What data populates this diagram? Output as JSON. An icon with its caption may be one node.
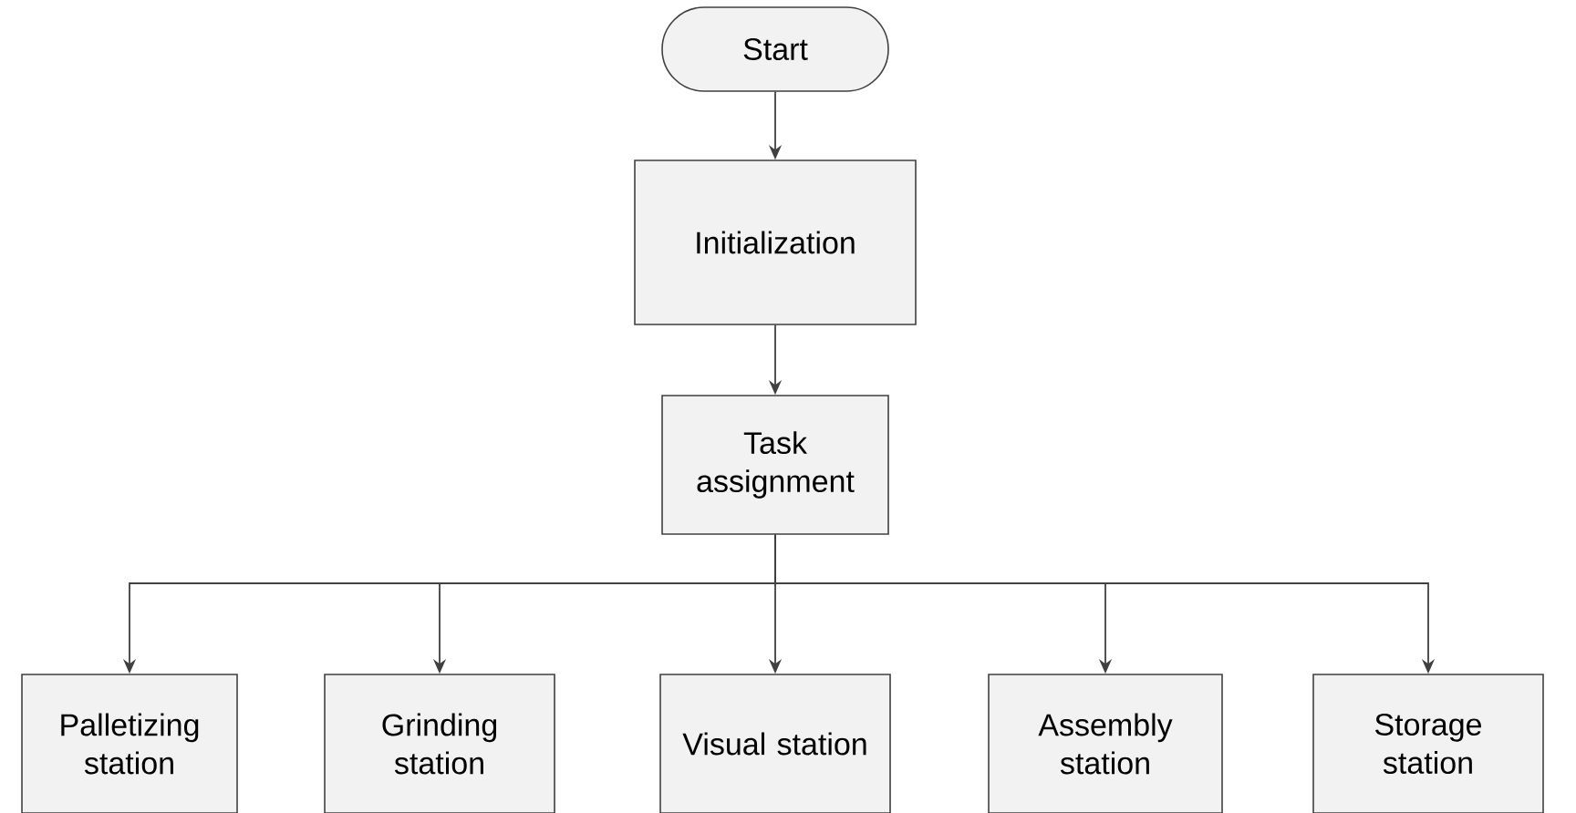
{
  "diagram": {
    "nodes": [
      {
        "text": [
          "Start"
        ]
      },
      {
        "text": [
          "Initialization"
        ]
      },
      {
        "text": [
          "Task assignment"
        ]
      },
      {
        "text": [
          "Palletizing station"
        ]
      },
      {
        "text": [
          "Grinding station"
        ]
      },
      {
        "text": [
          "Visual station"
        ]
      },
      {
        "text": [
          "Assembly station"
        ]
      },
      {
        "text": [
          "Storage station"
        ]
      }
    ],
    "edges": [
      {
        "from": 0,
        "to": 1,
        "arrow": "to"
      },
      {
        "from": 1,
        "to": 2,
        "arrow": "to"
      },
      {
        "from": 2,
        "to": 3,
        "arrow": "to"
      },
      {
        "from": 2,
        "to": 4,
        "arrow": "to"
      },
      {
        "from": 2,
        "to": 5,
        "arrow": "to"
      },
      {
        "from": 2,
        "to": 6,
        "arrow": "to"
      },
      {
        "from": 2,
        "to": 7,
        "arrow": "to"
      }
    ]
  }
}
